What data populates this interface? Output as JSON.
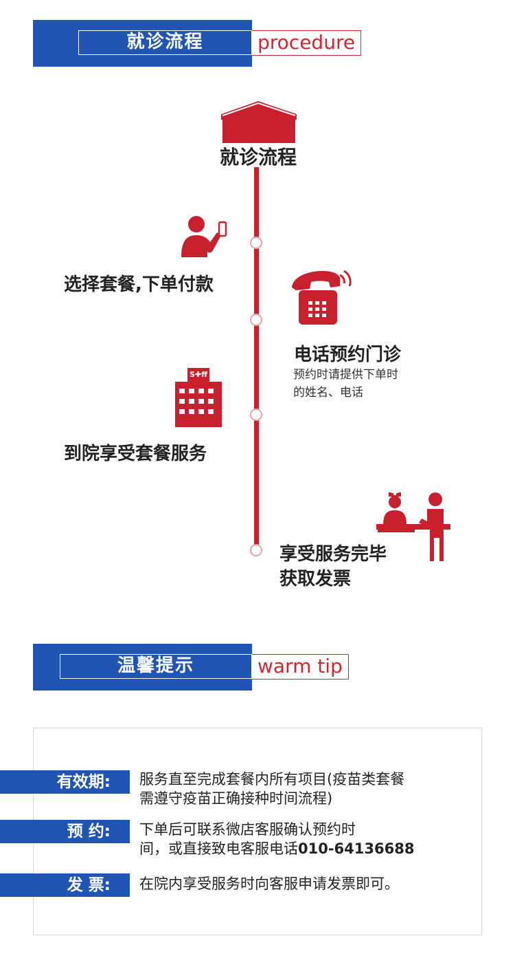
{
  "header1": {
    "title": "就诊流程",
    "subtitle": "procedure"
  },
  "flow": {
    "title": "就诊流程",
    "steps": [
      {
        "label": "选择套餐,下单付款"
      },
      {
        "label": "电话预约门诊",
        "sub1": "预约时请提供下单时",
        "sub2": "的姓名、电话"
      },
      {
        "label": "到院享受套餐服务",
        "building_sign": "S✚ff"
      },
      {
        "label1": "享受服务完毕",
        "label2": "获取发票"
      }
    ]
  },
  "header2": {
    "title": "温馨提示",
    "subtitle": "warm tip"
  },
  "tips": [
    {
      "label": "有效期:",
      "line1": "服务直至完成套餐内所有项目(疫苗类套餐",
      "line2": "需遵守疫苗正确接种时间流程)"
    },
    {
      "label": "预  约:",
      "line1": "下单后可联系微店客服确认预约时",
      "line2_prefix": "间，或直接致电客服电话",
      "phone": "010-64136688"
    },
    {
      "label": "发  票:",
      "line1": "在院内享受服务时向客服申请发票即可。"
    }
  ],
  "colors": {
    "brand_blue": "#2155b4",
    "accent_red": "#c8202d"
  }
}
